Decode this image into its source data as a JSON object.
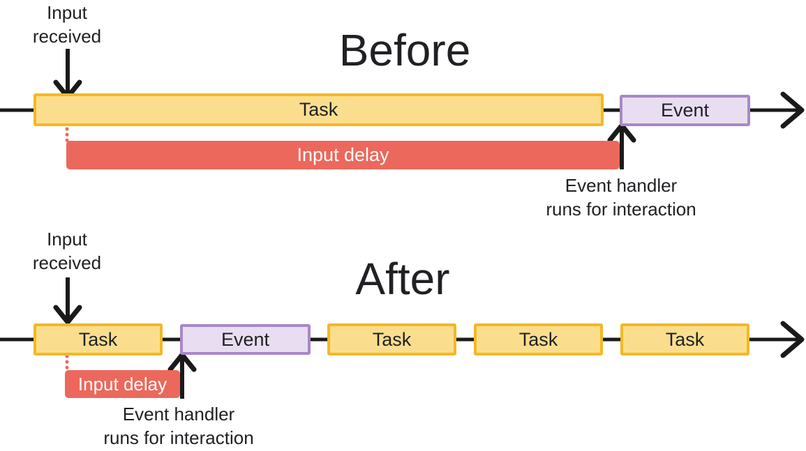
{
  "colors": {
    "ink": "#202124",
    "line": "#1a1a1a",
    "task_fill": "#FBDE8D",
    "task_border": "#F2B826",
    "event_fill": "#E9DEF1",
    "event_border": "#A888C6",
    "delay_fill": "#EC685C",
    "delay_text": "#FFFFFF"
  },
  "before": {
    "title": "Before",
    "input_label": "Input\nreceived",
    "task_label": "Task",
    "event_label": "Event",
    "delay_label": "Input delay",
    "handler_label": "Event handler\nruns for interaction"
  },
  "after": {
    "title": "After",
    "input_label": "Input\nreceived",
    "task_labels": [
      "Task",
      "Task",
      "Task",
      "Task"
    ],
    "event_label": "Event",
    "delay_label": "Input delay",
    "handler_label": "Event handler\nruns for interaction"
  }
}
